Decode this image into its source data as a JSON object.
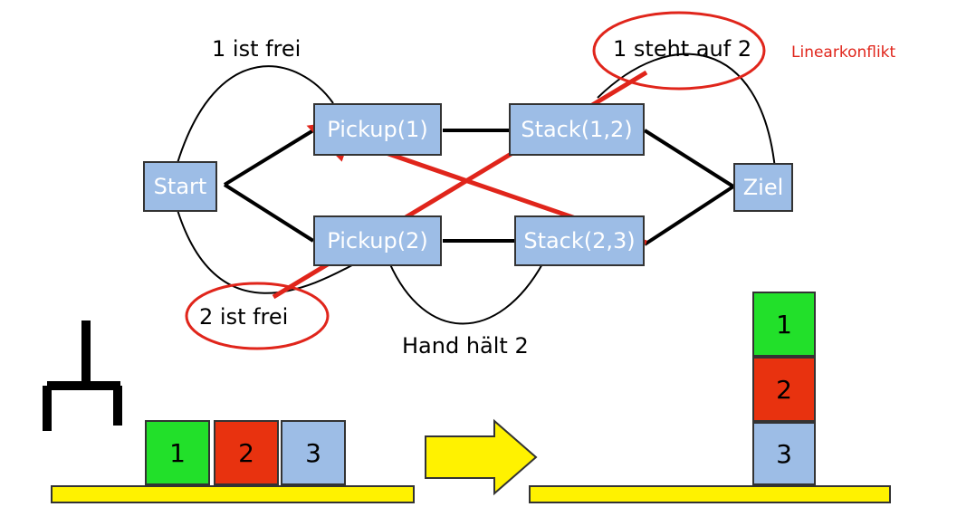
{
  "graph": {
    "nodes": {
      "start": "Start",
      "pickup1": "Pickup(1)",
      "stack12": "Stack(1,2)",
      "pickup2": "Pickup(2)",
      "stack23": "Stack(2,3)",
      "ziel": "Ziel"
    },
    "annotations": {
      "one_free": "1 ist frei",
      "one_on_two": "1 steht auf 2",
      "two_free": "2 ist frei",
      "hand_holds_two": "Hand hält 2",
      "linear_conflict": "Linearkonflikt"
    }
  },
  "initial_state": {
    "blocks": [
      "1",
      "2",
      "3"
    ]
  },
  "goal_state": {
    "blocks": [
      "1",
      "2",
      "3"
    ]
  },
  "colors": {
    "node_fill": "#9dbde6",
    "conflict": "#e0251b",
    "block_1": "#22e02a",
    "block_2": "#e8320f",
    "block_3": "#9dbde6",
    "table": "#fff200"
  }
}
